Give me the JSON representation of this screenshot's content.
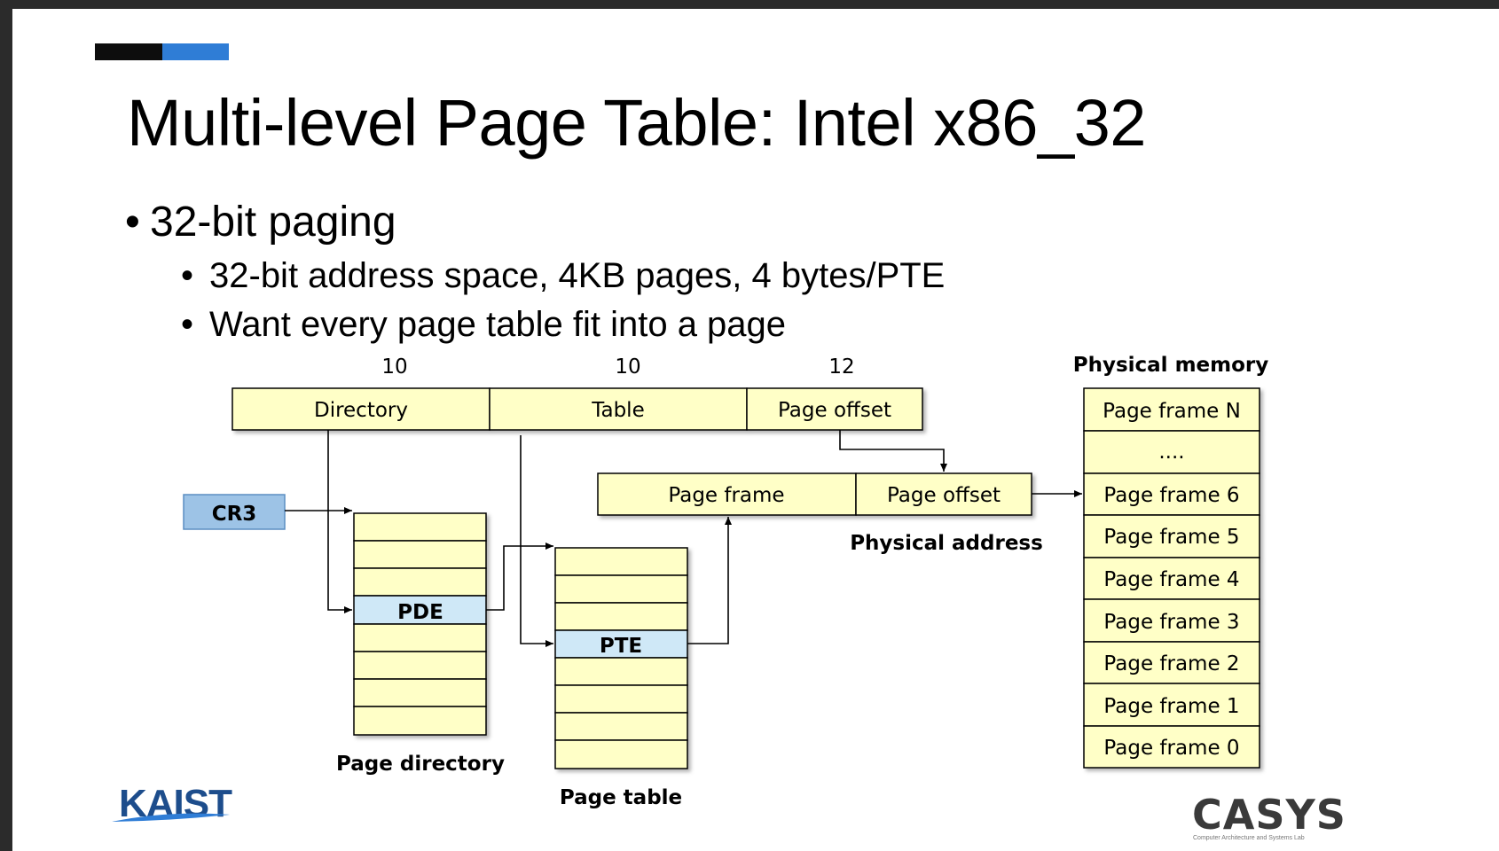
{
  "slide": {
    "title": "Multi-level Page Table:  Intel x86_32",
    "bullet": "32-bit paging",
    "subbullets": [
      "32-bit address space, 4KB pages, 4 bytes/PTE",
      "Want every page table fit into a page"
    ]
  },
  "diagram": {
    "bits": [
      "10",
      "10",
      "12"
    ],
    "vaddr_fields": [
      "Directory",
      "Table",
      "Page offset"
    ],
    "cr3": "CR3",
    "pde": "PDE",
    "pte": "PTE",
    "page_directory_label": "Page directory",
    "page_table_label": "Page table",
    "paddr_fields": [
      "Page frame",
      "Page offset"
    ],
    "physical_address_label": "Physical address",
    "physical_memory_label": "Physical memory",
    "memory_frames": [
      "Page frame N",
      "....",
      "Page frame 6",
      "Page frame 5",
      "Page frame 4",
      "Page frame 3",
      "Page frame 2",
      "Page frame 1",
      "Page frame 0"
    ]
  },
  "logos": {
    "left": "KAIST",
    "right": "CASYS",
    "right_sub": "Computer Architecture and Systems Lab"
  },
  "colors": {
    "box_fill": "#ffffc7",
    "highlight_fill": "#cfe8f7",
    "cr3_fill": "#9dc3e6",
    "accent_blue": "#2f7dd6"
  }
}
